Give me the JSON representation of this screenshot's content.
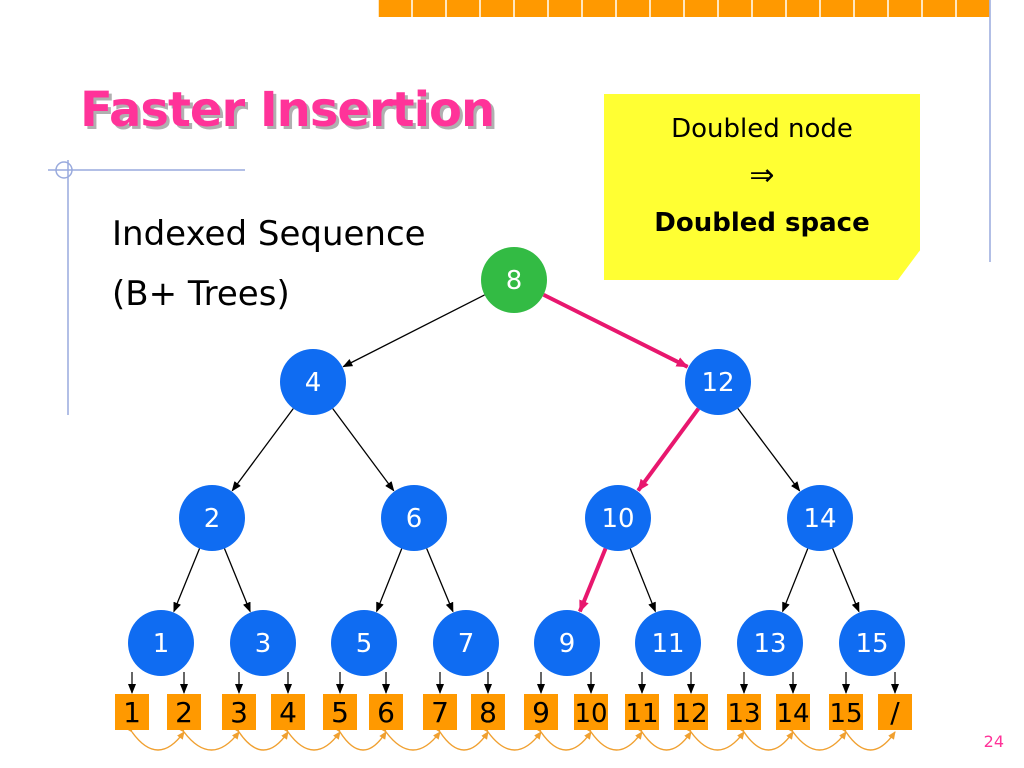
{
  "title": "Faster Insertion",
  "subtitle_lines": [
    "Indexed Sequence",
    "(B+ Trees)"
  ],
  "note": {
    "line1": "Doubled node",
    "arrow": "⇒",
    "line2": "Doubled space"
  },
  "tree": {
    "root": "8",
    "level1": [
      "4",
      "12"
    ],
    "level2": [
      "2",
      "6",
      "10",
      "14"
    ],
    "level3": [
      "1",
      "3",
      "5",
      "7",
      "9",
      "11",
      "13",
      "15"
    ]
  },
  "highlighted_path": [
    "8",
    "12",
    "10",
    "9"
  ],
  "sequence_cells": [
    "1",
    "2",
    "3",
    "4",
    "5",
    "6",
    "7",
    "8",
    "9",
    "10",
    "11",
    "12",
    "13",
    "14",
    "15",
    "/"
  ],
  "page_number": "24",
  "colors": {
    "title": "#ff3399",
    "root_node": "#33bb44",
    "tree_node": "#0f6cf2",
    "highlight_edge": "#e8176e",
    "sequence_cell": "#ff9900",
    "sequence_link": "#f0a030",
    "note_background": "#ffff33",
    "top_bar": "#ff9900",
    "frame_line": "#99aadd"
  }
}
